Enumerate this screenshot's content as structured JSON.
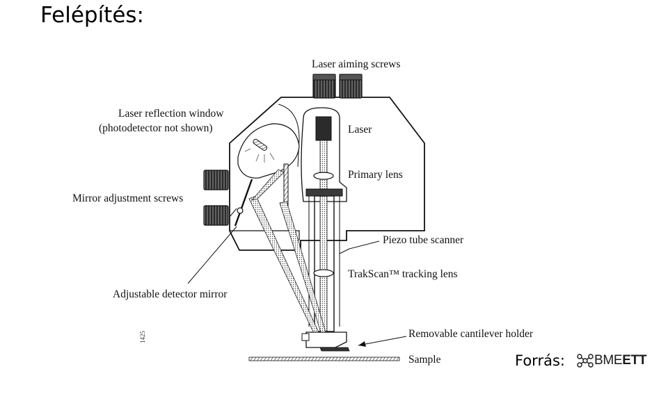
{
  "slide": {
    "title": "Felépítés:"
  },
  "diagram": {
    "labels": {
      "laser_aiming_screws": "Laser aiming screws",
      "reflection_window_1": "Laser reflection window",
      "reflection_window_2": "(photodetector not shown)",
      "laser": "Laser",
      "primary_lens": "Primary lens",
      "mirror_adjustment_screws": "Mirror adjustment screws",
      "piezo_tube_scanner": "Piezo tube scanner",
      "trakscan_lens": "TrakScan™ tracking lens",
      "adjustable_detector_mirror": "Adjustable detector mirror",
      "removable_cantilever_holder": "Removable cantilever holder",
      "sample": "Sample",
      "figure_number": "1425"
    }
  },
  "source": {
    "label": "Forrás:",
    "logo_text": "BMEETT",
    "logo_icon": "bme-molecule-icon"
  }
}
